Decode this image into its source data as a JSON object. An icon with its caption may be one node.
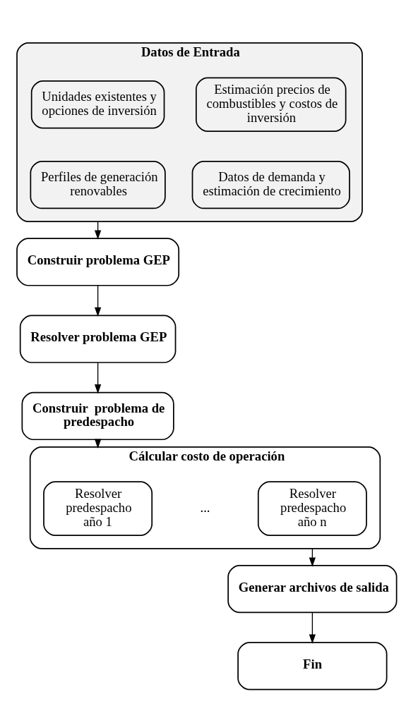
{
  "diagram": {
    "nodes": [
      {
        "text": [
          "Datos de Entrada"
        ]
      },
      {
        "text": [
          "Estimación precios de combustibles y costos de inversión"
        ],
        "in": 0
      },
      {
        "text": [
          "Unidades existentes y opciones de inversión"
        ],
        "in": 0
      },
      {
        "text": [
          "Datos de demanda y estimación de crecimiento"
        ],
        "in": 0
      },
      {
        "text": [
          "Perfiles de generación renovables"
        ],
        "in": 0
      },
      {
        "text": [
          "Construir problema GEP"
        ]
      },
      {
        "text": [
          "Resolver problema GEP"
        ]
      },
      {
        "text": [
          "Construir  problema de predespacho"
        ]
      },
      {
        "text": [
          "Cálcular costo de operación"
        ]
      },
      {
        "text": [
          "Resolver predespacho año 1"
        ],
        "in": 8
      },
      {
        "text": [
          "Resolver predespacho año n"
        ],
        "in": 8
      },
      {
        "text": [
          "Generar archivos de salida"
        ]
      },
      {
        "text": [
          "Fin"
        ]
      }
    ],
    "edges": [
      {
        "from": 0,
        "to": 5,
        "arrow": "to"
      },
      {
        "from": 5,
        "to": 6,
        "arrow": "to"
      },
      {
        "from": 6,
        "to": 7,
        "arrow": "to"
      },
      {
        "from": 7,
        "to": 8,
        "arrow": "to"
      },
      {
        "from": 8,
        "to": 11,
        "arrow": "to"
      },
      {
        "from": 11,
        "to": 12,
        "arrow": "to"
      }
    ],
    "labels": [
      "..."
    ]
  }
}
